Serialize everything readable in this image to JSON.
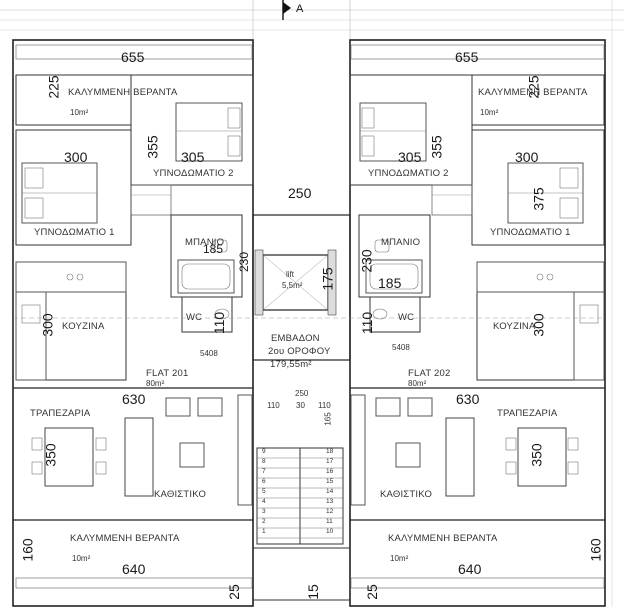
{
  "section_mark": "A",
  "dimensions": {
    "top_left_width": "655",
    "top_right_width": "655",
    "veranda_tl_depth": "225",
    "veranda_tr_depth": "225",
    "bed2_left_w": "305",
    "bed2_left_d": "355",
    "bed2_right_w": "305",
    "bed2_right_d": "355",
    "bed1_left_w": "300",
    "bed1_right_w": "300",
    "bed1_right_d": "375",
    "corridor_w": "250",
    "bath_left_w": "185",
    "bath_left_d": "230",
    "bath_right_w": "185",
    "bath_right_d": "230",
    "lift_d": "175",
    "wc_left_w": "110",
    "wc_right_w": "110",
    "kitchen_left_d": "300",
    "kitchen_right_d": "300",
    "living_left_w": "630",
    "living_right_w": "630",
    "stair_a": "110",
    "stair_b": "250",
    "stair_c": "110",
    "stair_d": "30",
    "stair_e": "165",
    "dining_left_d": "350",
    "dining_right_d": "350",
    "veranda_bl_depth": "160",
    "veranda_br_depth": "160",
    "bottom_left_width": "640",
    "bottom_right_width": "640",
    "bottom_a": "25",
    "bottom_b": "15",
    "bottom_c": "25",
    "level_left": "5408",
    "level_right": "5408"
  },
  "rooms": {
    "veranda_label": "ΚΑΛΥΜΜΕΝΗ ΒΕΡΑΝΤΑ",
    "veranda_area_tl": "10m²",
    "veranda_area_tr": "10m²",
    "veranda_area_bl": "10m²",
    "veranda_area_br": "10m²",
    "bedroom2": "ΥΠΝΟΔΩΜΑΤΙΟ 2",
    "bedroom1": "ΥΠΝΟΔΩΜΑΤΙΟ 1",
    "bathroom": "ΜΠΑΝΙΟ",
    "lift": "lift",
    "lift_area": "5,5m²",
    "wc": "WC",
    "kitchen": "ΚΟΥΖΙΝΑ",
    "floor_area_title": "ΕΜΒΑΔΟΝ",
    "floor_area_sub": "2ου ΟΡΟΦΟΥ",
    "floor_area_value": "179,55m²",
    "flat_left": "FLAT 201",
    "flat_left_area": "80m²",
    "flat_right": "FLAT 202",
    "flat_right_area": "80m²",
    "dining": "ΤΡΑΠΕΖΑΡΙΑ",
    "living": "ΚΑΘΙΣΤΙΚΟ"
  },
  "stairs": {
    "left": [
      "1",
      "2",
      "3",
      "4",
      "5",
      "6",
      "7",
      "8",
      "9"
    ],
    "right": [
      "18",
      "17",
      "16",
      "15",
      "14",
      "13",
      "12",
      "11",
      "10"
    ]
  }
}
